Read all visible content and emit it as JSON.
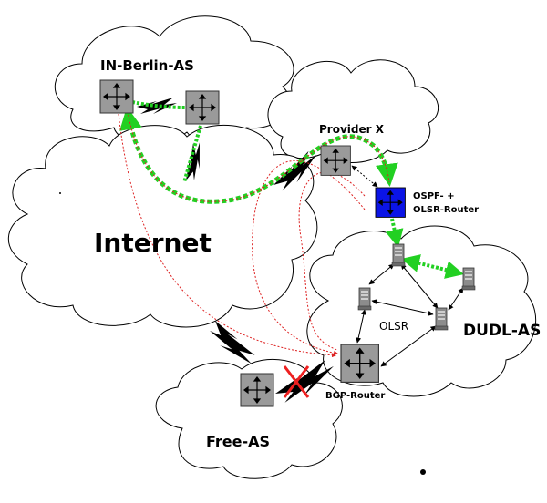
{
  "labels": {
    "berlin": "IN-Berlin-AS",
    "provider": "Provider X",
    "internet": "Internet",
    "ospf_line1": "OSPF- +",
    "ospf_line2": "OLSR-Router",
    "dudl": "DUDL-AS",
    "olsr": "OLSR",
    "bgp": "BGP-Router",
    "free": "Free-AS"
  },
  "colors": {
    "router_gray": "#9a9a9a",
    "ospf_router_blue": "#0b14e6",
    "path_green": "#22d022",
    "path_red": "#dd2222",
    "cut_red": "#ee2020",
    "ink": "#000000"
  },
  "icons": {
    "router": "router-icon",
    "server": "server-icon",
    "lightning": "lightning-link-icon",
    "cut": "cross-icon"
  }
}
